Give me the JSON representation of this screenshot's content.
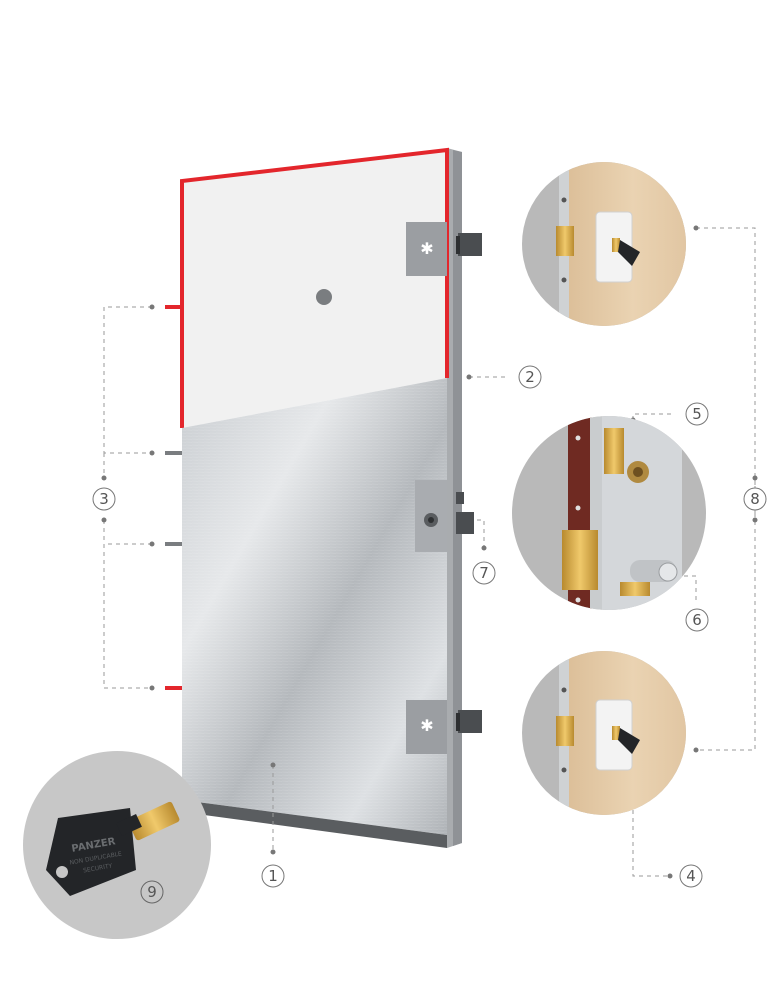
{
  "colors": {
    "background": "#ffffff",
    "panel": "#f1f1f1",
    "frame": "#a9acaf",
    "edge_red": "#e3262c",
    "steel_light": "#dcdfe2",
    "steel_dark": "#aeb2b6",
    "hinge": "#4a4d50",
    "callout_line": "#9a9a9a",
    "callout_text": "#555555",
    "detail_bg": "#b9b9b9",
    "wood": "#e4cba8",
    "brass": "#d6a84a",
    "key_black": "#232528"
  },
  "callouts": [
    {
      "id": "door-surface",
      "label": "1"
    },
    {
      "id": "door-frame",
      "label": "2"
    },
    {
      "id": "edge-profile",
      "label": "3"
    },
    {
      "id": "hinge-detail-bottom",
      "label": "4"
    },
    {
      "id": "lock-body",
      "label": "5"
    },
    {
      "id": "lock-cylinder",
      "label": "6"
    },
    {
      "id": "lock-latch",
      "label": "7"
    },
    {
      "id": "hinge-details",
      "label": "8"
    },
    {
      "id": "key",
      "label": "9"
    }
  ],
  "key_text": {
    "brand": "PANZER",
    "line2": "NON DUPLICABLE",
    "line3": "SECURITY"
  },
  "icons": {
    "hinge": "hinge-icon",
    "lock": "lock-icon",
    "key": "key-icon"
  }
}
